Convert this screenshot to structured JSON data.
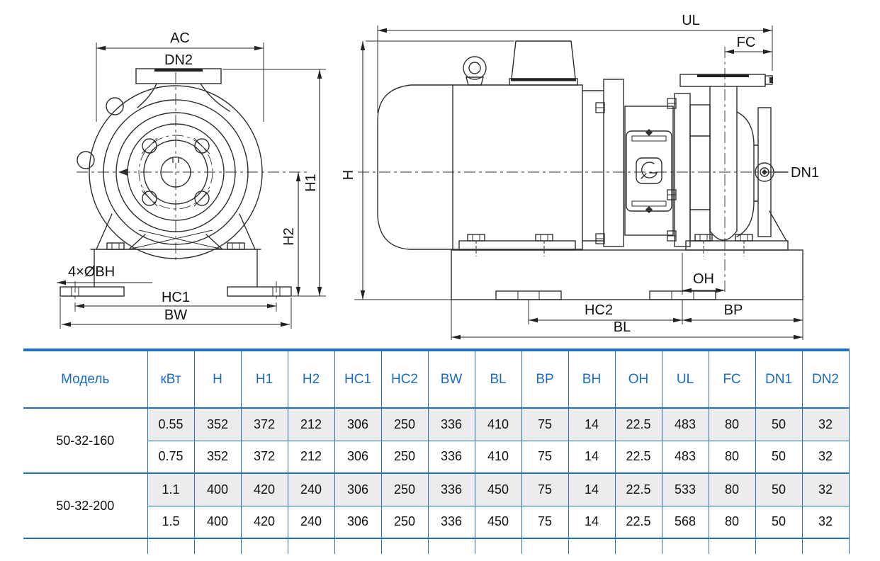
{
  "colors": {
    "table_blue": "#2070c4",
    "header_text_blue": "#1a6cc4",
    "row_shade_gray": "#ececec",
    "drawing_line": "#2e2e2e"
  },
  "front_view": {
    "labels": {
      "ac": "AC",
      "dn2": "DN2",
      "bolt_holes": "4×ØBH",
      "hc1": "HC1",
      "bw": "BW",
      "h1": "H1",
      "h2": "H2"
    }
  },
  "side_view": {
    "labels": {
      "ul": "UL",
      "fc": "FC",
      "h": "H",
      "dn1": "DN1",
      "oh": "OH",
      "hc2": "HC2",
      "bp": "BP",
      "bl": "BL"
    }
  },
  "table": {
    "headers": [
      "Модель",
      "кВт",
      "H",
      "H1",
      "H2",
      "HC1",
      "HC2",
      "BW",
      "BL",
      "BP",
      "BH",
      "OH",
      "UL",
      "FC",
      "DN1",
      "DN2"
    ],
    "groups": [
      {
        "model": "50-32-160",
        "rows": [
          {
            "kw": "0.55",
            "values": [
              "352",
              "372",
              "212",
              "306",
              "250",
              "336",
              "410",
              "75",
              "14",
              "22.5",
              "483",
              "80",
              "50",
              "32"
            ]
          },
          {
            "kw": "0.75",
            "values": [
              "352",
              "372",
              "212",
              "306",
              "250",
              "336",
              "410",
              "75",
              "14",
              "22.5",
              "483",
              "80",
              "50",
              "32"
            ]
          }
        ]
      },
      {
        "model": "50-32-200",
        "rows": [
          {
            "kw": "1.1",
            "values": [
              "400",
              "420",
              "240",
              "306",
              "250",
              "336",
              "450",
              "75",
              "14",
              "22.5",
              "533",
              "80",
              "50",
              "32"
            ]
          },
          {
            "kw": "1.5",
            "values": [
              "400",
              "420",
              "240",
              "306",
              "250",
              "336",
              "450",
              "75",
              "14",
              "22.5",
              "568",
              "80",
              "50",
              "32"
            ]
          }
        ]
      }
    ]
  }
}
